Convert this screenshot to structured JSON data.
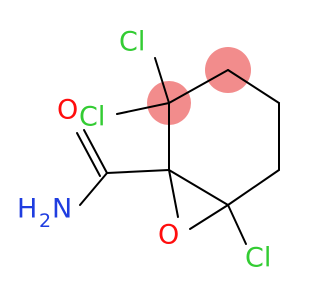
{
  "molecule": {
    "atoms": {
      "cl_top": {
        "text": "Cl",
        "color": "#33cc33"
      },
      "cl_mid": {
        "text": "Cl",
        "color": "#33cc33"
      },
      "cl_bottom": {
        "text": "Cl",
        "color": "#33cc33"
      },
      "oxygen_carbonyl": {
        "text": "O",
        "color": "#ff0d0d"
      },
      "oxygen_epoxide": {
        "text": "O",
        "color": "#ff0d0d"
      },
      "amide_n": {
        "text": "N",
        "color": "#1f3de0"
      },
      "amide_h": {
        "text": "H",
        "color": "#1f3de0"
      },
      "amide_h_count": {
        "text": "2",
        "color": "#1f3de0"
      }
    },
    "highlights": {
      "color": "#f28c8c"
    },
    "bond_color": "#000000"
  }
}
